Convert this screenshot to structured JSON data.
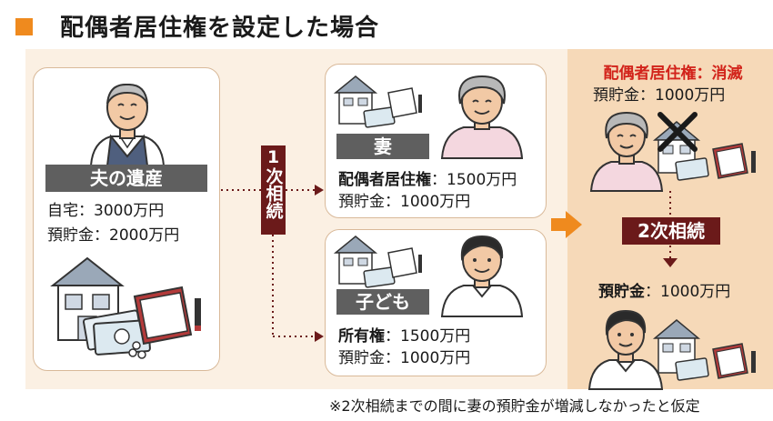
{
  "header": {
    "title": "配偶者居住権を設定した場合"
  },
  "husband": {
    "label": "夫の遺産",
    "home": "自宅：3000万円",
    "savings": "預貯金：2000万円"
  },
  "first_inheritance": {
    "label": "1次相続"
  },
  "wife": {
    "label": "妻",
    "residence_right_key": "配偶者居住権",
    "residence_right_value": "：1500万円",
    "savings": "預貯金：1000万円"
  },
  "child": {
    "label": "子ども",
    "ownership_key": "所有権",
    "ownership_value": "：1500万円",
    "savings": "預貯金：1000万円"
  },
  "after": {
    "extinguish": "配偶者居住権：消滅",
    "wife_savings": "預貯金：1000万円",
    "second_inheritance": "2次相続",
    "child_savings_key": "預貯金",
    "child_savings_value": "：1000万円"
  },
  "footnote": "※2次相続までの間に妻の預貯金が増減しなかったと仮定",
  "colors": {
    "accent": "#ef8a1e",
    "dark_red": "#6b1a1a",
    "red": "#d2231a",
    "gray_label": "#5f5f5f",
    "band": "#fbf0e3",
    "right_panel": "#f6d9b8"
  }
}
